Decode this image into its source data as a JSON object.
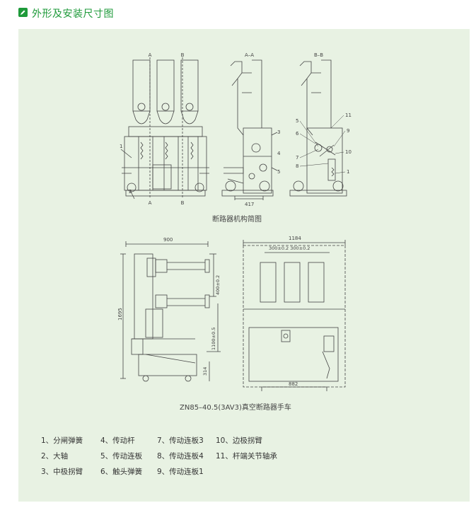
{
  "header": {
    "title": "外形及安装尺寸图",
    "icon": "pencil-icon",
    "accent": "#1e9a3a"
  },
  "panel": {
    "background": "#e8f2e3"
  },
  "figure1": {
    "caption": "断路器机构简图",
    "view_front_marks": [
      "A",
      "B",
      "A",
      "B"
    ],
    "view_aa_label": "A–A",
    "view_bb_label": "B–B",
    "dim_417": "417",
    "callouts_front": [
      "1",
      "2"
    ],
    "callouts_aa": [
      "3",
      "4",
      "5"
    ],
    "callouts_bb": [
      "5",
      "6",
      "7",
      "8",
      "9",
      "10",
      "11",
      "1"
    ]
  },
  "figure2": {
    "caption": "ZN85–40.5(3AV3)真空断路器手车",
    "dim_900": "900",
    "dim_1695": "1695",
    "dim_400": "400±0.2",
    "dim_1100": "1100±0.5",
    "dim_314": "314",
    "dim_1184": "1184",
    "dim_300": "300±0.2 300±0.2",
    "dim_882": "882"
  },
  "legend": {
    "rows": [
      [
        "1、分闸弹簧",
        "4、传动杆",
        "7、传动连板3",
        "10、边极拐臂"
      ],
      [
        "2、大轴",
        "5、传动连板",
        "8、传动连板4",
        "11、杆端关节轴承"
      ],
      [
        "3、中极拐臂",
        "6、触头弹簧",
        "9、传动连板1",
        ""
      ]
    ]
  }
}
